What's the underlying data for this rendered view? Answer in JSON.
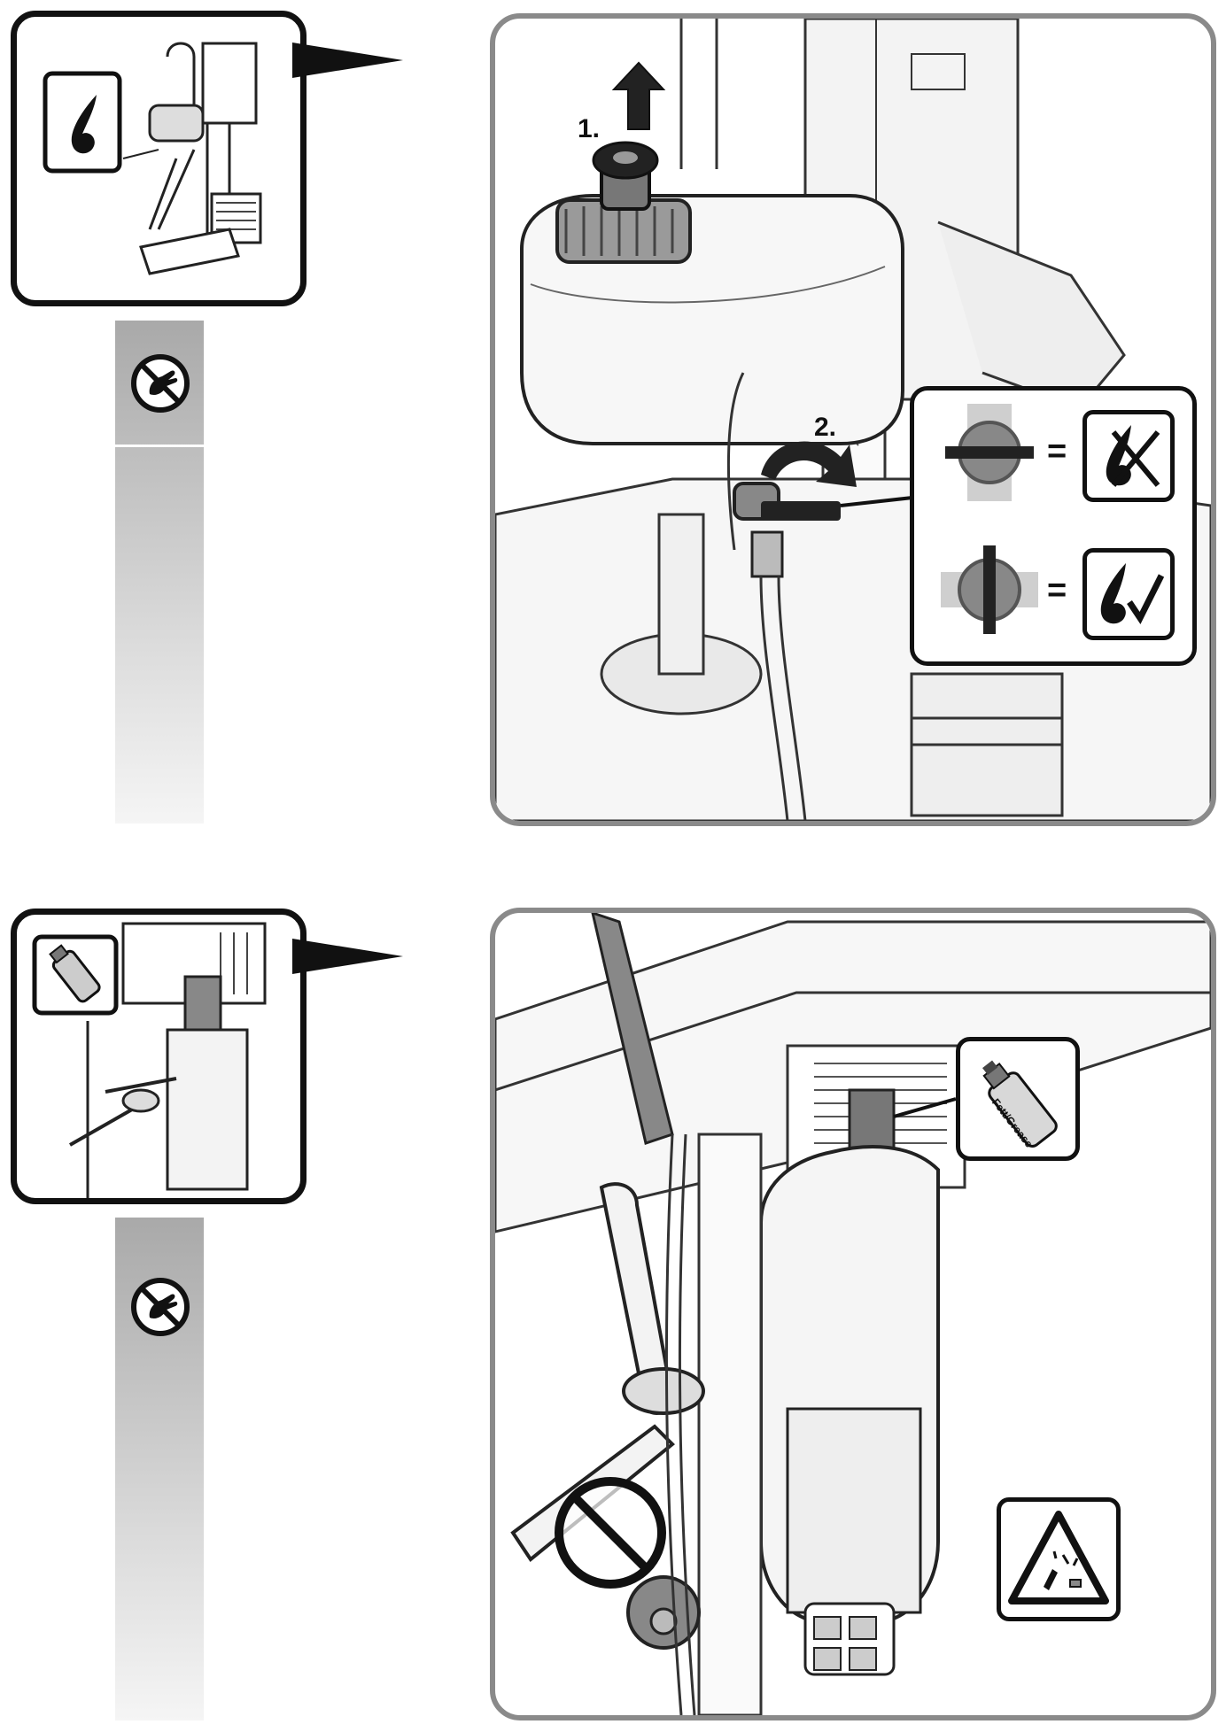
{
  "figure1": {
    "step1_label": "1.",
    "step2_label": "2.",
    "legend": [
      {
        "valve_state": "closed",
        "icon": "no-coolant-icon",
        "equals": "="
      },
      {
        "valve_state": "open",
        "icon": "coolant-ok-icon",
        "equals": "="
      }
    ],
    "thumbnail_icon": "coolant-drop-icon",
    "side_icon": "no-hand-contact-icon"
  },
  "figure2": {
    "spray_label": "Fett/Grease",
    "thumbnail_icon": "grease-spray-icon",
    "side_icon": "no-hand-contact-icon",
    "prohibition_icon": "prohibited-icon",
    "warning_icon": "flying-debris-warning-icon"
  },
  "colors": {
    "frame_dark": "#111111",
    "frame_gray": "#8a8a8a",
    "strip_top": "#a9a9a9",
    "strip_bottom": "#f5f5f5"
  }
}
